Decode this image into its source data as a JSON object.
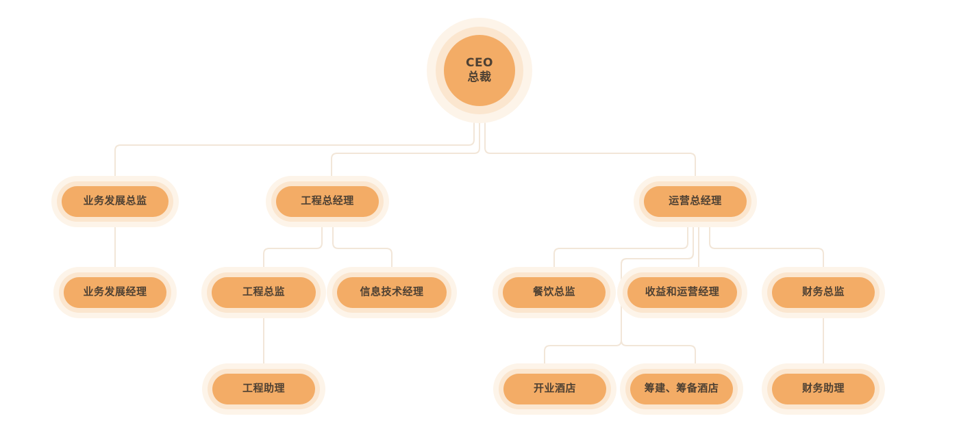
{
  "theme": {
    "page_bg": "#ffffff",
    "node_fill": "#f3ac66",
    "halo_inner": "#fbe6cf",
    "halo_outer": "#fdf4e9",
    "line": "#f2e6d8",
    "text": "#4d4033"
  },
  "org_chart": {
    "type": "org-tree",
    "nodes": [
      {
        "id": "ceo",
        "label": "CEO\n总裁",
        "parent": null
      },
      {
        "id": "biz-dev-director",
        "label": "业务发展总监",
        "parent": "ceo"
      },
      {
        "id": "eng-general-manager",
        "label": "工程总经理",
        "parent": "ceo"
      },
      {
        "id": "ops-general-manager",
        "label": "运营总经理",
        "parent": "ceo"
      },
      {
        "id": "biz-dev-manager",
        "label": "业务发展经理",
        "parent": "biz-dev-director"
      },
      {
        "id": "eng-director",
        "label": "工程总监",
        "parent": "eng-general-manager"
      },
      {
        "id": "it-manager",
        "label": "信息技术经理",
        "parent": "eng-general-manager"
      },
      {
        "id": "food-beverage-director",
        "label": "餐饮总监",
        "parent": "ops-general-manager"
      },
      {
        "id": "revenue-ops-manager",
        "label": "收益和运营经理",
        "parent": "ops-general-manager"
      },
      {
        "id": "finance-director",
        "label": "财务总监",
        "parent": "ops-general-manager"
      },
      {
        "id": "eng-assistant",
        "label": "工程助理",
        "parent": "eng-director"
      },
      {
        "id": "open-hotels",
        "label": "开业酒店",
        "parent": "ops-general-manager"
      },
      {
        "id": "prep-hotels",
        "label": "筹建、筹备酒店",
        "parent": "ops-general-manager"
      },
      {
        "id": "finance-assistant",
        "label": "财务助理",
        "parent": "finance-director"
      }
    ]
  }
}
